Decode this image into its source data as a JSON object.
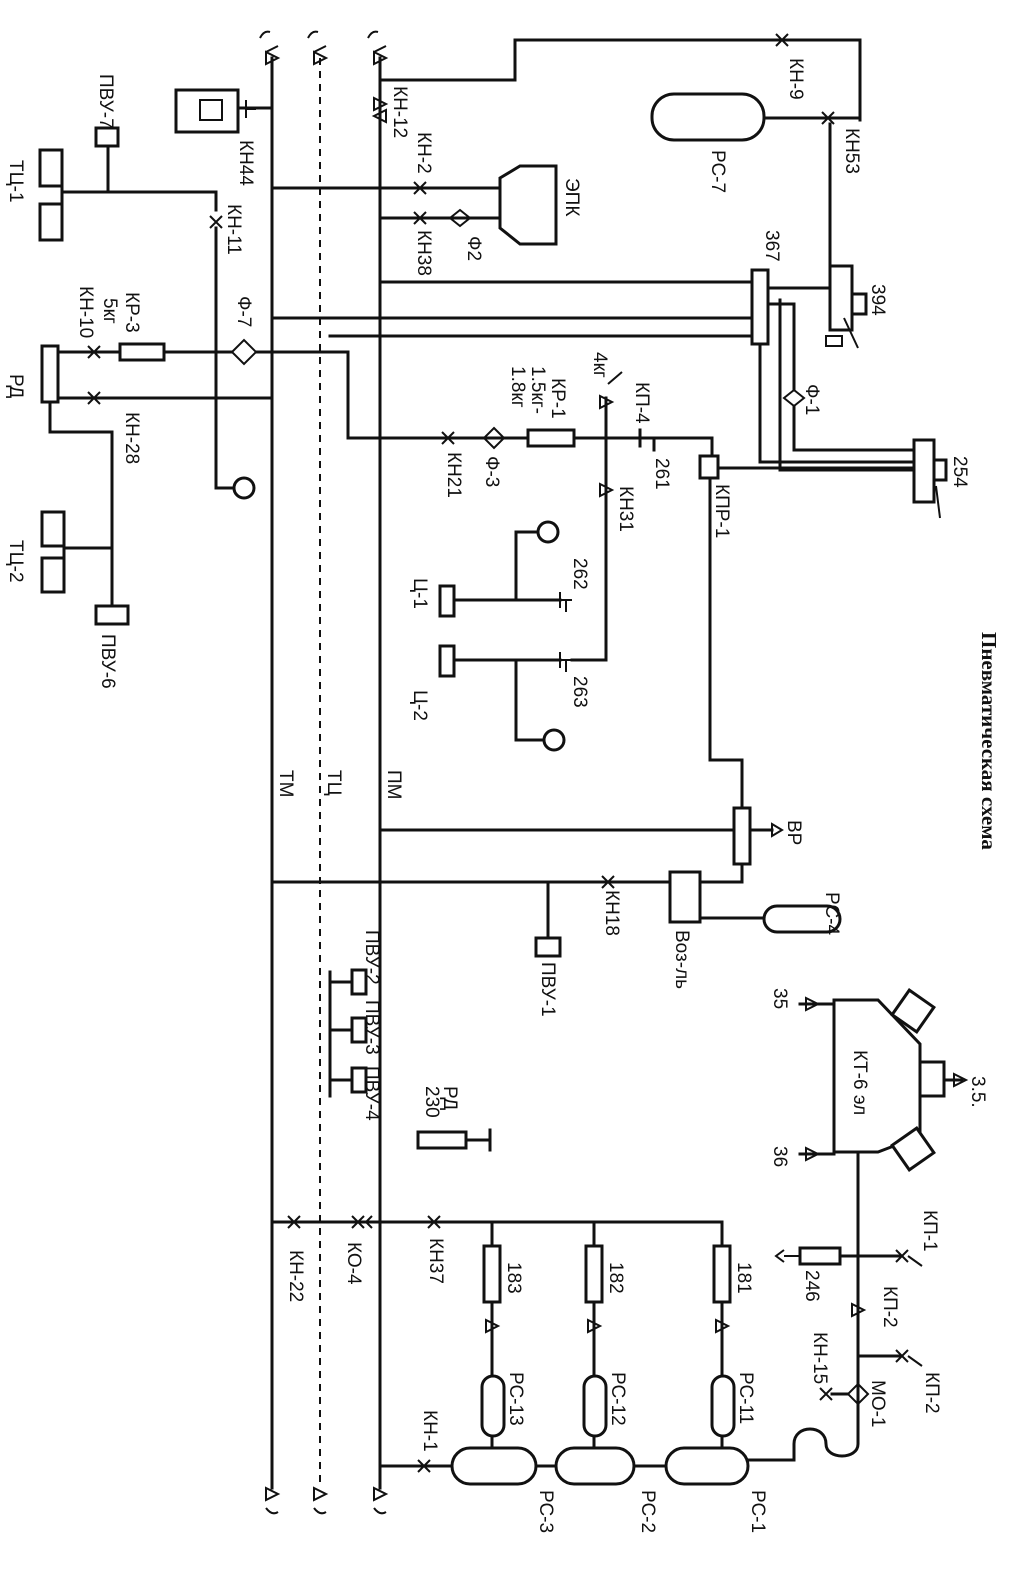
{
  "diagram": {
    "title": "Пневматическая схема",
    "mains": {
      "tm": "ТМ",
      "tc": "ТЦ",
      "pm": "ПМ"
    },
    "labels": {
      "kn9": "КН-9",
      "kn53": "КН53",
      "rs7": "РС-7",
      "kn12": "КН-12",
      "kn44": "КН44",
      "kn2": "КН-2",
      "epk": "ЭПК",
      "kn38": "КН38",
      "f2": "Ф2",
      "pvu7": "ПВУ-7",
      "kn11": "КН-11",
      "tc1": "ТЦ-1",
      "kn10": "КН-10",
      "kr3": "КР-3",
      "kr3_setting": "5кг",
      "f7": "Ф-7",
      "rd_left": "РД",
      "kn28": "КН-28",
      "tc2": "ТЦ-2",
      "pvu6": "ПВУ-6",
      "v367": "367",
      "v394": "394",
      "f1": "Ф-1",
      "v254": "254",
      "kp4": "КП-4",
      "kp4_setting": "4кг",
      "kr1": "КР-1",
      "kr1_setting_a": "1.5кг-",
      "kr1_setting_b": "1.8кг",
      "f3": "Ф-3",
      "kn21": "КН21",
      "v261": "261",
      "kn31": "КН31",
      "kpr1": "КПР-1",
      "c1": "Ц-1",
      "v262": "262",
      "c2": "Ц-2",
      "v263": "263",
      "vr": "ВР",
      "rs4": "РС-4",
      "kn18": "КН18",
      "vozl": "Воз-ль",
      "pvu1": "ПВУ-1",
      "pvu2": "ПВУ-2",
      "pvu3": "ПВУ-3",
      "pvu4": "ПВУ-4",
      "rd230_a": "РД",
      "rd230_b": "230",
      "kt6": "КТ-6 эл",
      "v35": "35",
      "v3_5": "3.5.",
      "v36": "36",
      "kp1": "КП-1",
      "v246": "246",
      "kp2_a": "КП-2",
      "kp2_b": "КП-2",
      "kn15": "КН-15",
      "mo1": "МО-1",
      "kn22": "КН-22",
      "ko4": "КО-4",
      "kn37": "КН37",
      "v183": "183",
      "v182": "182",
      "v181": "181",
      "rs13": "РС-13",
      "rs12": "РС-12",
      "rs11": "РС-11",
      "kn1": "КН-1",
      "rs3": "РС-3",
      "rs2": "РС-2",
      "rs1": "РС-1"
    }
  }
}
